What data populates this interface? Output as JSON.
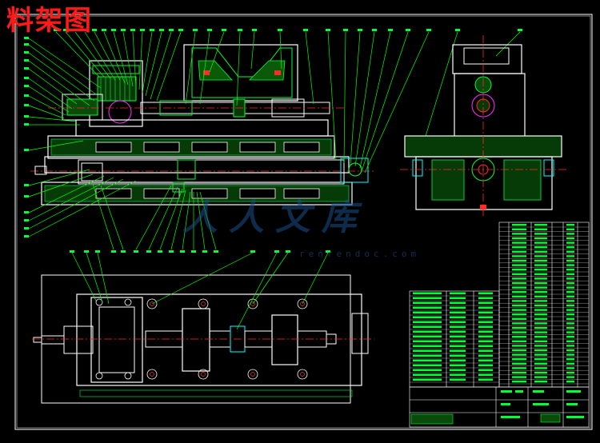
{
  "drawing": {
    "title": "料架图"
  },
  "watermark": {
    "brand_text": "人人文库",
    "url_text": "renrendoc.com"
  },
  "colors": {
    "background": "#000000",
    "frame": "#ffffff",
    "outline": "#ffffff",
    "centerline": "#ff2a2a",
    "leader": "#00ff00",
    "part": "#00ff33",
    "hatch": "#00cc44",
    "cyan": "#00ffff",
    "magenta": "#ff2bff",
    "title_red": "#ff1a1a",
    "watermark": "#1d4f8a"
  },
  "views": [
    "front-section-view",
    "side-section-view",
    "top-view"
  ],
  "tables": [
    "parts-list-table",
    "spec-table",
    "title-block"
  ]
}
